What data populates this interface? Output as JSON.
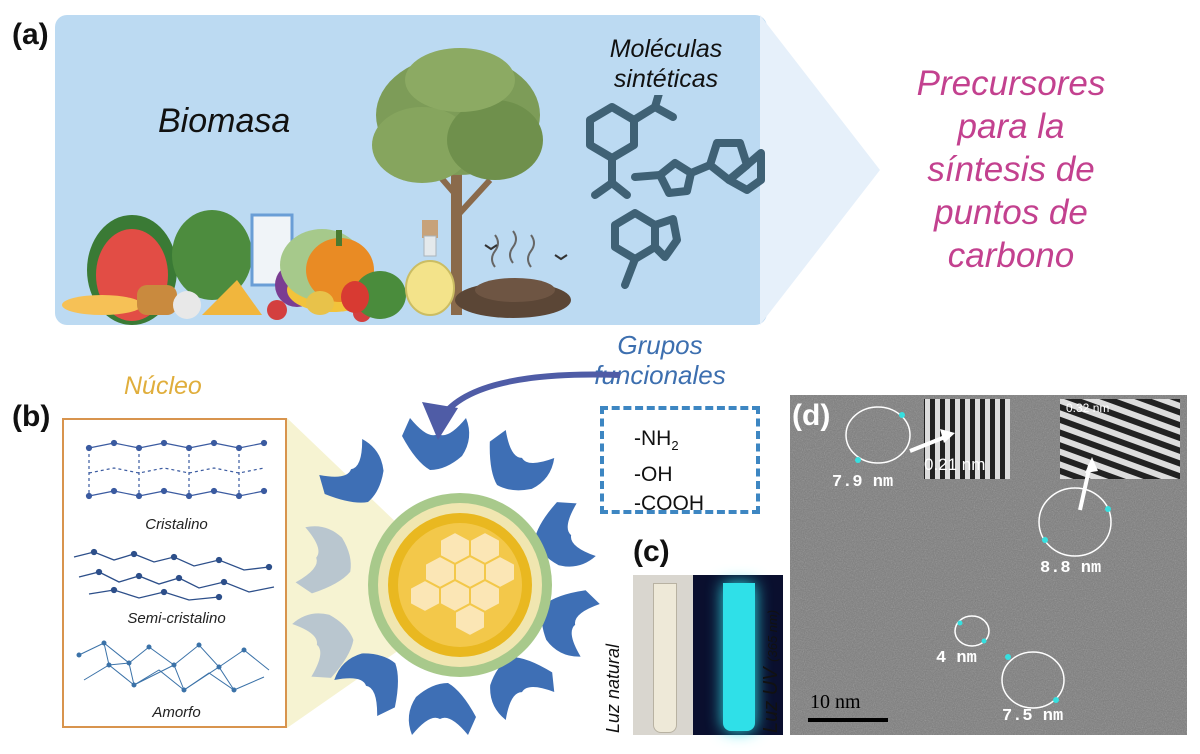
{
  "labels": {
    "a": "(a)",
    "b": "(b)",
    "c": "(c)",
    "d": "(d)"
  },
  "panel_a": {
    "biomass": "Biomasa",
    "molecules_line1": "Moléculas",
    "molecules_line2": "sintéticas",
    "precursors": [
      "Precursores",
      "para la",
      "síntesis de",
      "puntos de",
      "carbono"
    ]
  },
  "panel_b": {
    "core_title": "Núcleo",
    "structures": [
      "Cristalino",
      "Semi-cristalino",
      "Amorfo"
    ],
    "functional_title_1": "Grupos",
    "functional_title_2": "funcionales",
    "groups": {
      "nh2_prefix": "-NH",
      "nh2_sub": "2",
      "oh": "-OH",
      "cooh": "-COOH"
    }
  },
  "panel_c": {
    "natural": "Luz natural",
    "uv": "Luz UV",
    "uv_wavelength": "(365 nm)"
  },
  "panel_d": {
    "particles": [
      "7.9 nm",
      "8.8 nm",
      "4 nm",
      "7.5 nm"
    ],
    "lattice": [
      "0.21 nm",
      "0.32 nm"
    ],
    "scale_bar": "10 nm"
  },
  "colors": {
    "panel_bg": "#bcdaf2",
    "precursor": "#c3418f",
    "functional": "#3d6faf",
    "core": "#e0ae3c",
    "ligand": "#3e6fb5",
    "uv_glow": "#2fe0e8"
  }
}
